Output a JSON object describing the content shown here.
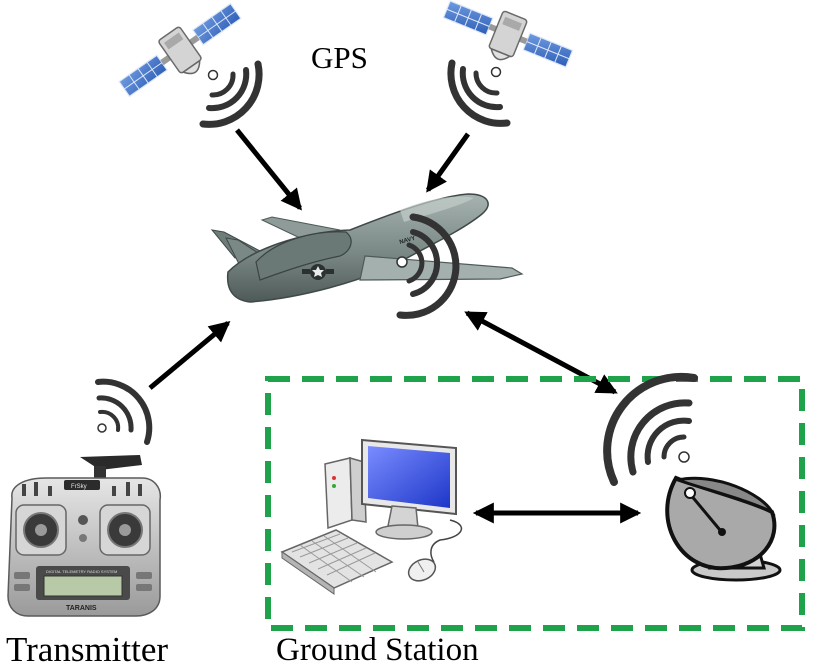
{
  "labels": {
    "gps": "GPS",
    "transmitter": "Transmitter",
    "ground_station": "Ground Station"
  },
  "drone": {
    "marking": "NAVY"
  },
  "transmitter_device": {
    "brand": "FrSky",
    "model": "TARANIS",
    "screen_caption": "DIGITAL TELEMETRY RADIO SYSTEM"
  },
  "icons": [
    "satellite-icon",
    "satellite-icon",
    "uav-icon",
    "rc-transmitter-icon",
    "computer-icon",
    "satellite-dish-icon",
    "signal-waves-icon"
  ],
  "colors": {
    "ground_station_border": "#1ea34a",
    "solar_panel": "#3f72c9",
    "drone_body": "#7d8b88",
    "monitor_screen": "#3355dd",
    "arrow": "#000000"
  }
}
